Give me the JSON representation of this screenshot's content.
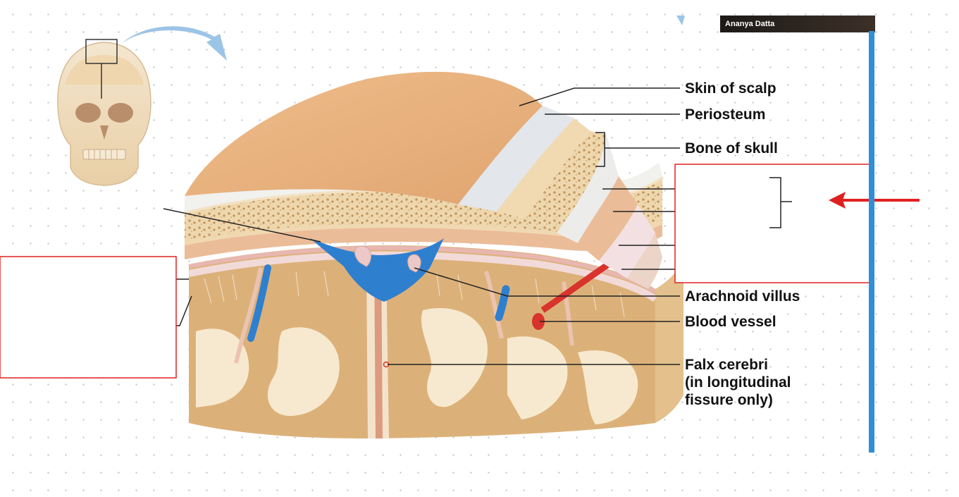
{
  "video_overlay": {
    "participant_name": "Ananya Datta"
  },
  "diagram": {
    "labels": {
      "skin_of_scalp": "Skin of scalp",
      "periosteum": "Periosteum",
      "bone_of_skull": "Bone of skull",
      "arachnoid_villus": "Arachnoid villus",
      "blood_vessel": "Blood vessel",
      "falx_cerebri_line1": "Falx cerebri",
      "falx_cerebri_line2": "(in longitudinal",
      "falx_cerebri_line3": "fissure only)"
    },
    "colors": {
      "scalp": "#e9b27e",
      "periosteum": "#f1f1ee",
      "bone": "#f1d6ad",
      "dura": "#ebbc98",
      "sinus_blood": "#2f7fcf",
      "artery": "#d8332c",
      "brain_gray": "#dcb179",
      "brain_white": "#f6e9cf",
      "annotation_red": "#e02020"
    }
  }
}
